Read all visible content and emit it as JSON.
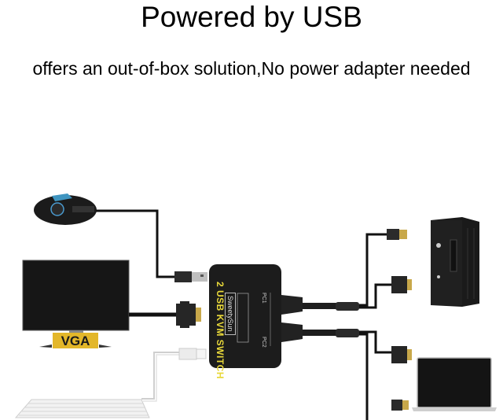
{
  "heading": {
    "title": "Powered by USB",
    "subtitle": "offers an out-of-box solution,No power adapter needed"
  },
  "diagram": {
    "switch": {
      "label": "2 USB KVM SWITCH",
      "brand": "SweetySun",
      "ports": [
        "PC1",
        "PC2"
      ],
      "color": "#1c1c1c",
      "label_color": "#e8d83a"
    },
    "monitor": {
      "connector_label": "VGA",
      "label_color": "#e3b72a"
    },
    "peripherals": [
      "mouse",
      "keyboard",
      "monitor"
    ],
    "computers": [
      "desktop-tower",
      "laptop"
    ]
  }
}
